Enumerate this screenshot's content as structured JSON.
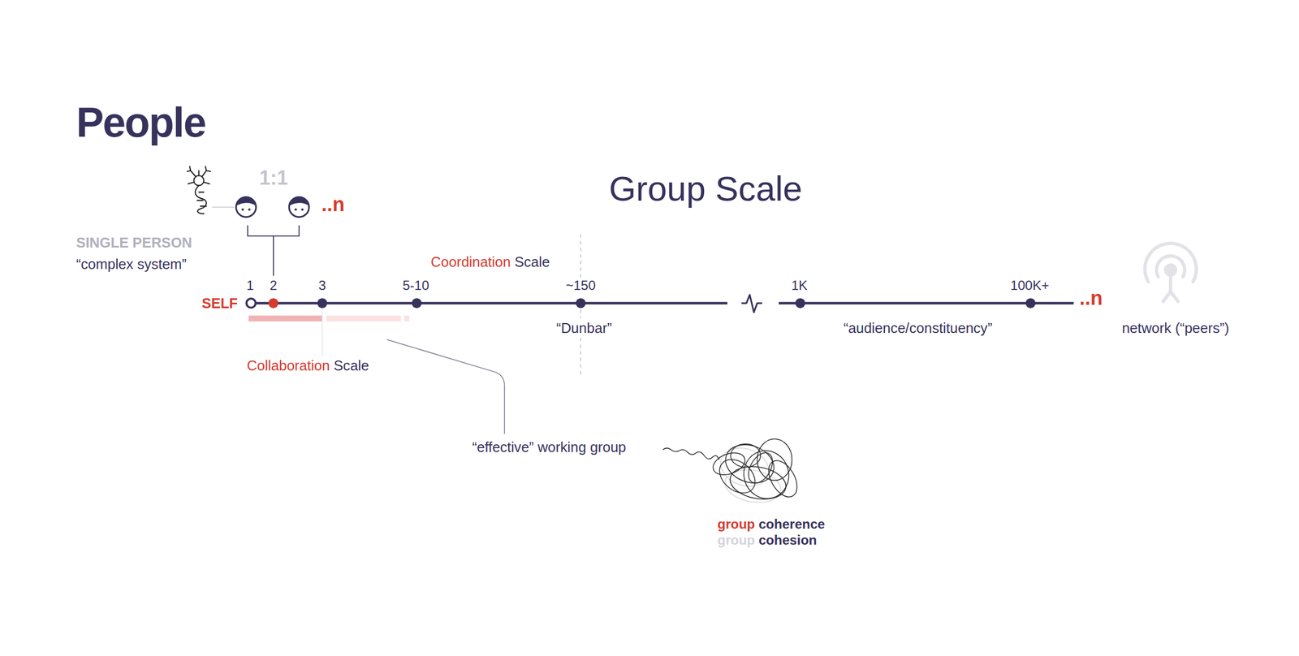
{
  "diagram": {
    "title": "People",
    "labels": [
      "Group Scale",
      "1:1",
      "..n",
      "SINGLE PERSON",
      "“complex system”",
      "Coordination",
      "Scale",
      "1",
      "2",
      "3",
      "5-10",
      "~150",
      "1K",
      "100K+",
      "SELF",
      "..n",
      "“Dunbar”",
      "“audience/constituency”",
      "network (“peers”)",
      "Collaboration",
      "Scale",
      "“effective” working group",
      "group",
      "coherence",
      "group",
      "cohesion"
    ]
  }
}
